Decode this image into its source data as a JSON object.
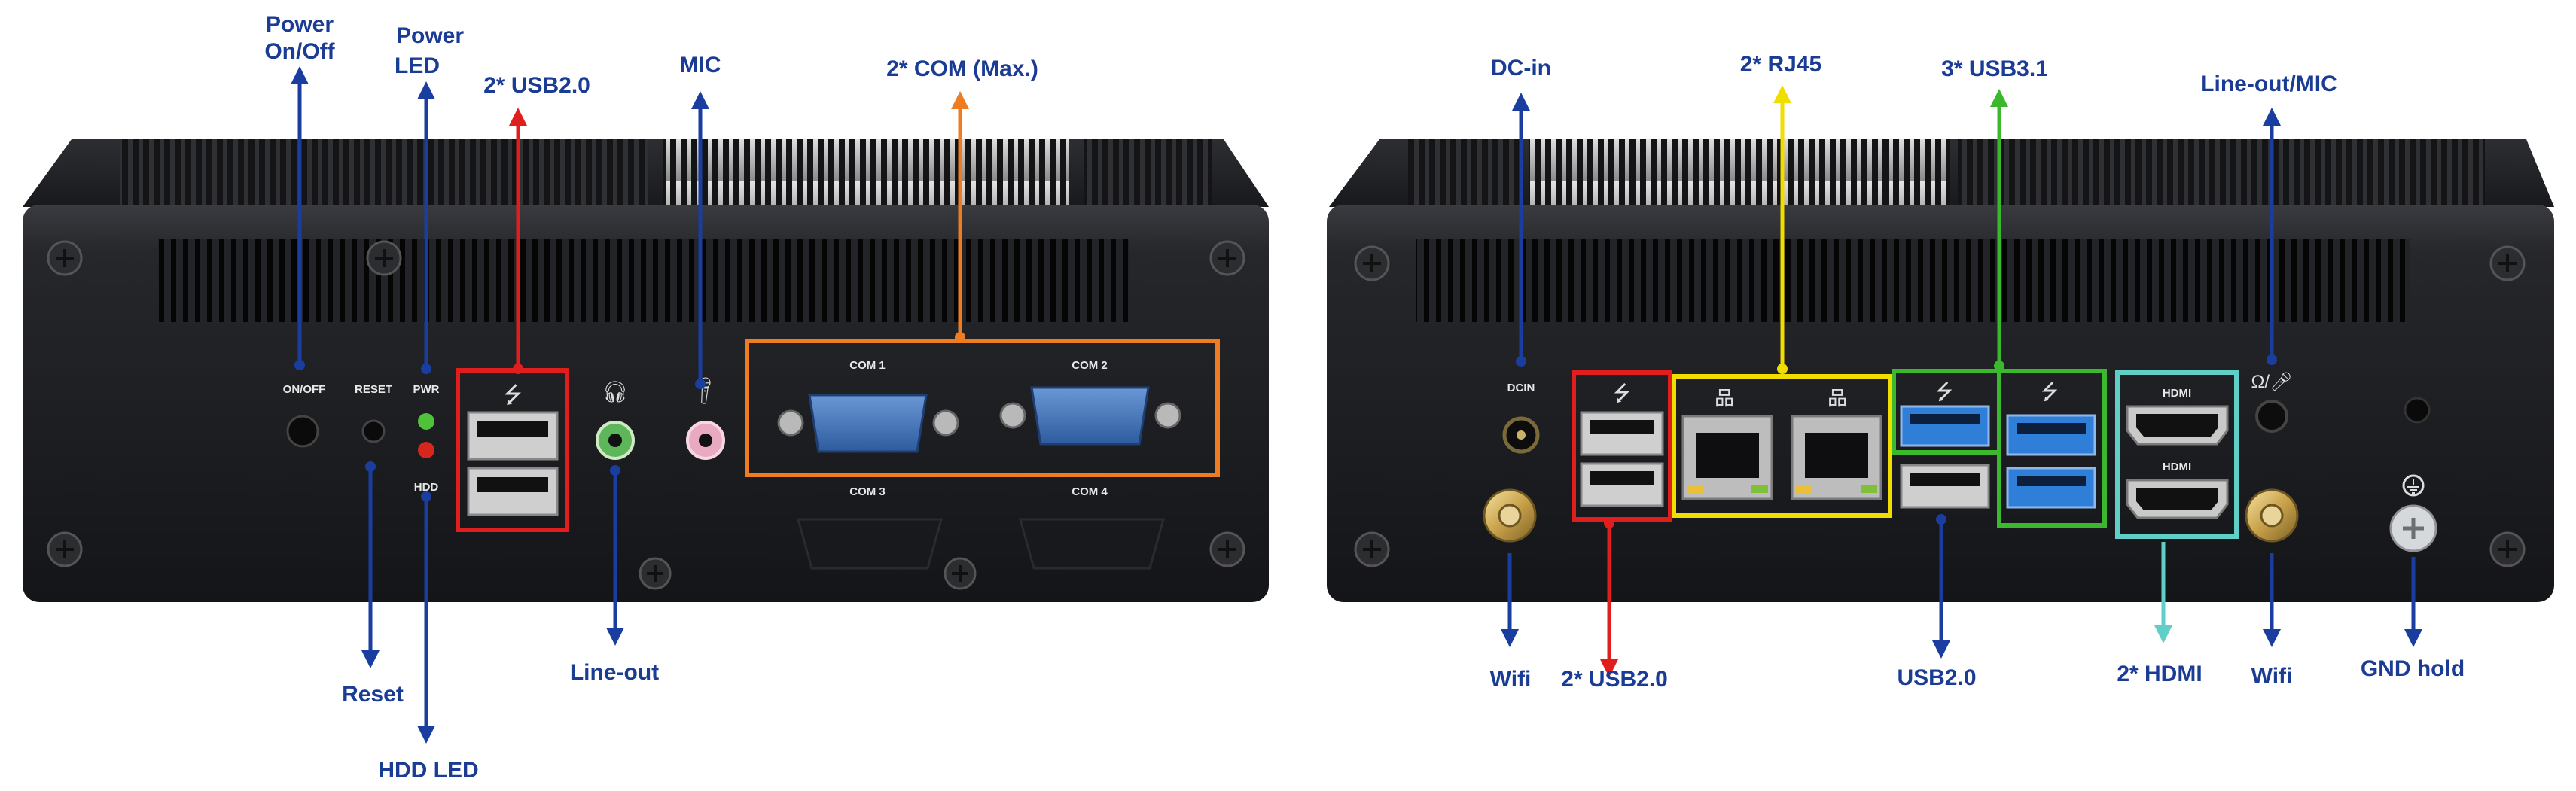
{
  "colors": {
    "label": "#1b3c94",
    "blue_arrow": "#1a3ea0",
    "red": "#e01e1e",
    "orange": "#ee7c22",
    "yellow": "#f0de00",
    "green": "#3cb82e",
    "teal": "#5fcfc8",
    "chassis": "#1c1d20",
    "usb3_blue": "#2f7fd8",
    "com_blue": "#3f74b5"
  },
  "front": {
    "labels": {
      "power_onoff_line1": "Power",
      "power_onoff_line2": "On/Off",
      "power_led_line1": "Power",
      "power_led_line2": "LED",
      "usb20": "2* USB2.0",
      "mic": "MIC",
      "com": "2* COM (Max.)",
      "reset": "Reset",
      "line_out": "Line-out",
      "hdd_led": "HDD LED"
    },
    "panel": {
      "onoff": "ON/OFF",
      "reset": "RESET",
      "pwr": "PWR",
      "hdd": "HDD",
      "com1": "COM 1",
      "com2": "COM 2",
      "com3": "COM 3",
      "com4": "COM 4"
    },
    "icons": {
      "usb": "usb-icon",
      "headphone": "headphone-icon",
      "mic": "microphone-icon"
    }
  },
  "rear": {
    "labels": {
      "dc_in": "DC-in",
      "rj45": "2* RJ45",
      "usb31": "3* USB3.1",
      "lineout_mic": "Line-out/MIC",
      "wifi_left": "Wifi",
      "usb20_pair": "2* USB2.0",
      "usb20_single": "USB2.0",
      "hdmi": "2* HDMI",
      "wifi_right": "Wifi",
      "gnd": "GND hold"
    },
    "panel": {
      "dcin": "DCIN",
      "hdmi1": "HDMI",
      "hdmi2": "HDMI"
    },
    "icons": {
      "lan": "lan-icon",
      "usb": "usb-icon",
      "audio_combo": "headphone-mic-icon",
      "ground": "ground-icon"
    }
  }
}
